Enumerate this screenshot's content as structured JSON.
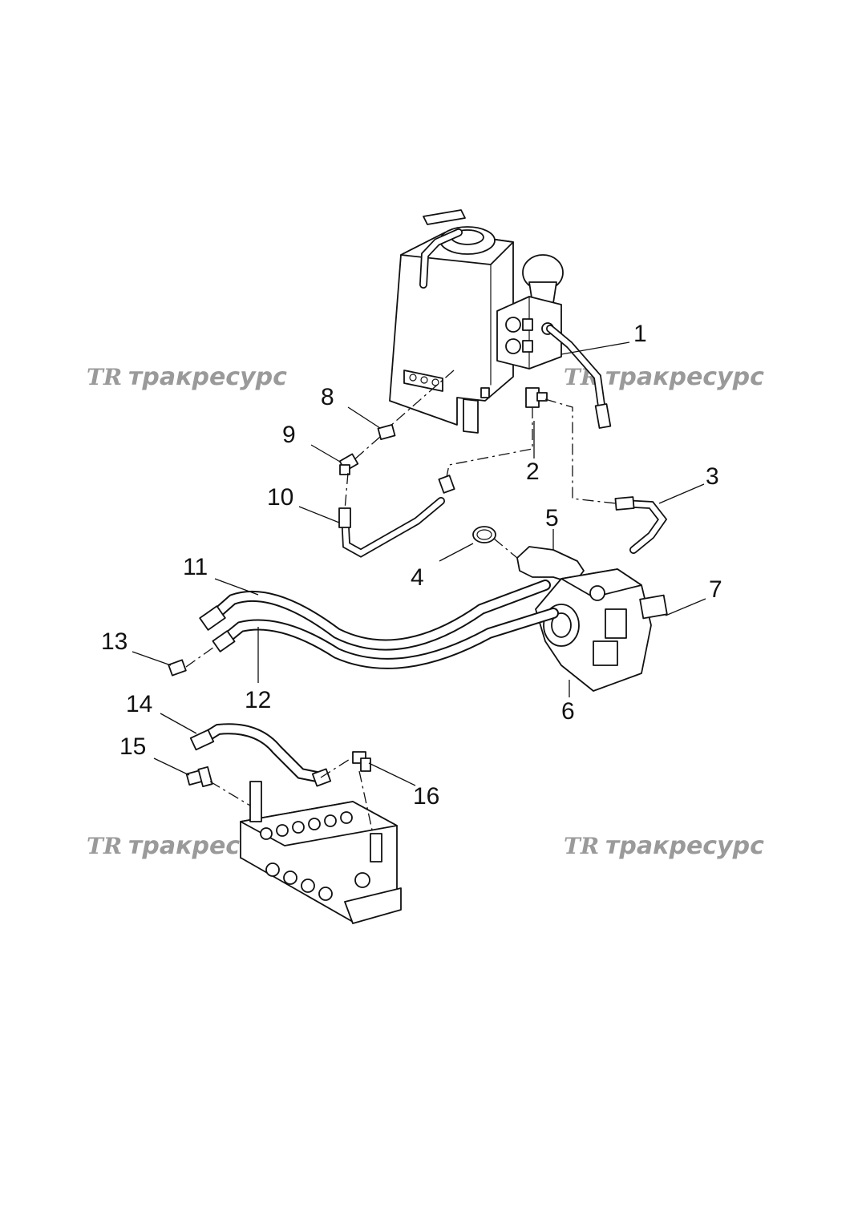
{
  "watermark": {
    "logo": "TR",
    "text": "тракресурс"
  },
  "callouts": [
    {
      "id": "1",
      "label": "1"
    },
    {
      "id": "2",
      "label": "2"
    },
    {
      "id": "3",
      "label": "3"
    },
    {
      "id": "4",
      "label": "4"
    },
    {
      "id": "5",
      "label": "5"
    },
    {
      "id": "6",
      "label": "6"
    },
    {
      "id": "7",
      "label": "7"
    },
    {
      "id": "8",
      "label": "8"
    },
    {
      "id": "9",
      "label": "9"
    },
    {
      "id": "10",
      "label": "10"
    },
    {
      "id": "11",
      "label": "11"
    },
    {
      "id": "12",
      "label": "12"
    },
    {
      "id": "13",
      "label": "13"
    },
    {
      "id": "14",
      "label": "14"
    },
    {
      "id": "15",
      "label": "15"
    },
    {
      "id": "16",
      "label": "16"
    }
  ]
}
